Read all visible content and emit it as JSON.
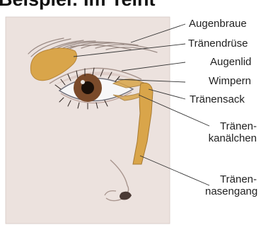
{
  "title": "Beispiel: Im Teint",
  "labels": {
    "augenbraue": "Augenbraue",
    "traenendruese": "Tränendrüse",
    "augenlid": "Augenlid",
    "wimpern": "Wimpern",
    "traenensack": "Tränensack",
    "traenenkanaelchen_1": "Tränen-",
    "traenenkanaelchen_2": "kanälchen",
    "traenennasengang_1": "Tränen-",
    "traenennasengang_2": "nasengang"
  },
  "colors": {
    "skin_panel": "#ece2de",
    "tear_structures": "#d9a54a",
    "iris": "#7a4a2a",
    "pupil": "#1a0f08",
    "leader_lines": "#333333"
  }
}
